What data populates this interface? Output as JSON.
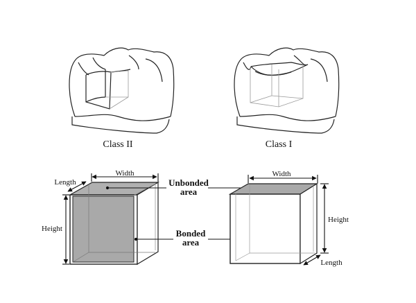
{
  "figure": {
    "top": {
      "left_tooth": {
        "caption": "Class II"
      },
      "right_tooth": {
        "caption": "Class I"
      }
    },
    "bottom": {
      "left_box": {
        "length_label": "Length",
        "width_label": "Width",
        "height_label": "Height"
      },
      "middle_labels": {
        "unbonded_line1": "Unbonded",
        "unbonded_line2": "area",
        "bonded_line1": "Bonded",
        "bonded_line2": "area"
      },
      "right_box": {
        "width_label": "Width",
        "height_label": "Height",
        "length_label": "Length"
      }
    },
    "colors": {
      "bonded_fill": "#a9a9a9",
      "line": "#222222",
      "light_line": "#9a9a9a"
    }
  }
}
